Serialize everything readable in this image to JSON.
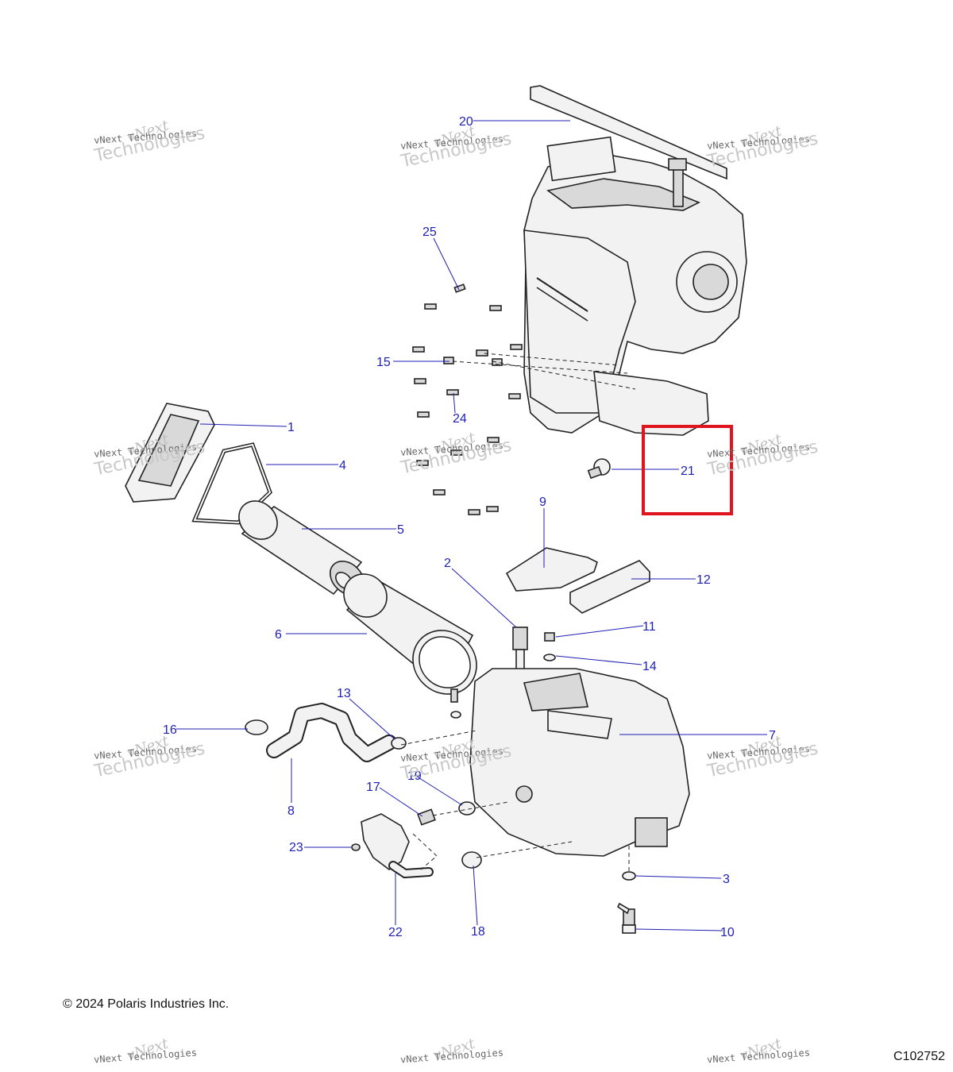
{
  "callouts": [
    {
      "label": "20"
    },
    {
      "label": "25"
    },
    {
      "label": "15"
    },
    {
      "label": "24"
    },
    {
      "label": "1"
    },
    {
      "label": "4"
    },
    {
      "label": "21"
    },
    {
      "label": "5"
    },
    {
      "label": "9"
    },
    {
      "label": "2"
    },
    {
      "label": "12"
    },
    {
      "label": "6"
    },
    {
      "label": "11"
    },
    {
      "label": "14"
    },
    {
      "label": "13"
    },
    {
      "label": "16"
    },
    {
      "label": "7"
    },
    {
      "label": "19"
    },
    {
      "label": "17"
    },
    {
      "label": "8"
    },
    {
      "label": "23"
    },
    {
      "label": "3"
    },
    {
      "label": "22"
    },
    {
      "label": "18"
    },
    {
      "label": "10"
    }
  ],
  "watermark": {
    "line1": "vNext",
    "line2": "vNext Technologies",
    "line3": "Technologies"
  },
  "footer": {
    "copyright": "© 2024 Polaris Industries Inc.",
    "figure_id": "C102752"
  },
  "colors": {
    "callout": "#1f1fb4",
    "highlight": "#e0141e"
  },
  "highlighted_callout": "21"
}
